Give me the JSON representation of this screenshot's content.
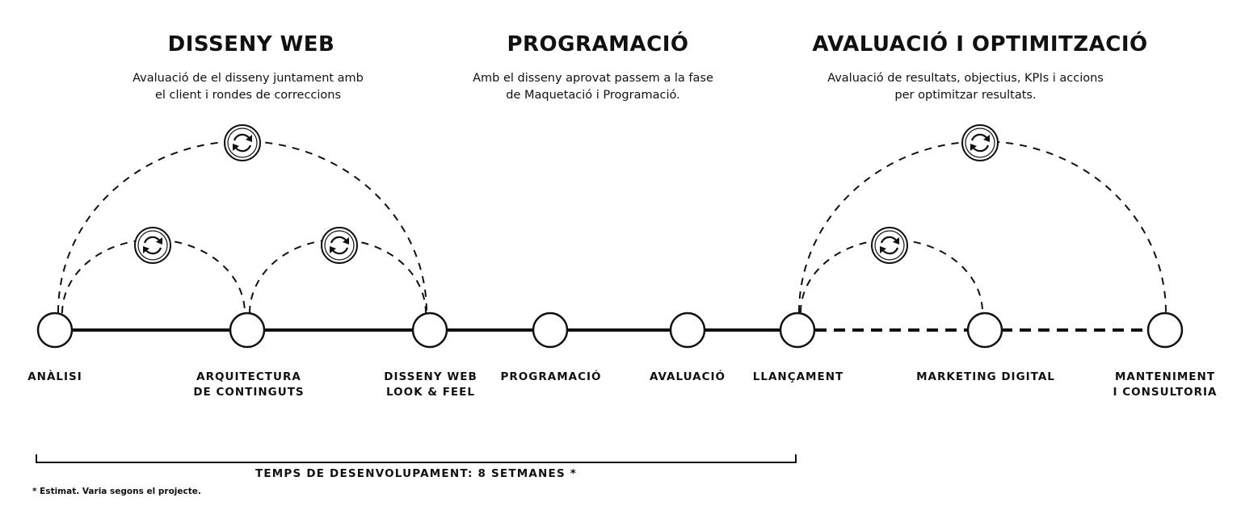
{
  "sections": [
    {
      "title": "DISSENY WEB",
      "desc_lines": [
        "Avaluació de el disseny juntament amb",
        "el client i rondes de correccions"
      ]
    },
    {
      "title": "PROGRAMACIÓ",
      "desc_lines": [
        "Amb el disseny aprovat passem a la fase",
        "de Maquetació i Programació."
      ]
    },
    {
      "title": "AVALUACIÓ I OPTIMITZACIÓ",
      "desc_lines": [
        "Avaluació de resultats, objectius, KPIs i accions",
        "per optimitzar resultats."
      ]
    }
  ],
  "stages": [
    {
      "lines": [
        "ANÀLISI"
      ]
    },
    {
      "lines": [
        "ARQUITECTURA",
        "DE CONTINGUTS"
      ]
    },
    {
      "lines": [
        "DISSENY WEB",
        "LOOK & FEEL"
      ]
    },
    {
      "lines": [
        "PROGRAMACIÓ"
      ]
    },
    {
      "lines": [
        "AVALUACIÓ"
      ]
    },
    {
      "lines": [
        "LLANÇAMENT"
      ]
    },
    {
      "lines": [
        "MARKETING DIGITAL"
      ]
    },
    {
      "lines": [
        "MANTENIMENT",
        "I CONSULTORIA"
      ]
    }
  ],
  "duration_label": "TEMPS DE DESENVOLUPAMENT: 8 SETMANES *",
  "footnote": "* Estimat.  Varia segons el projecte.",
  "icons": {
    "cycle": "refresh-cycle-icon"
  },
  "colors": {
    "ink": "#111111",
    "background": "#ffffff"
  }
}
